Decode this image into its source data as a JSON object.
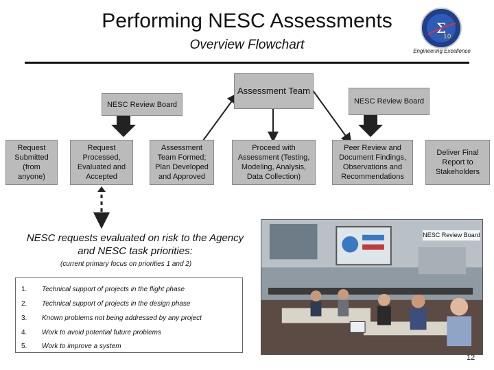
{
  "slide": {
    "title": "Performing NESC Assessments",
    "subtitle": "Overview Flowchart",
    "tagline": "Engineering Excellence",
    "page_number": "12"
  },
  "flowchart": {
    "top_boxes": {
      "review_board_left": "NESC Review Board",
      "assessment_team": "Assessment Team",
      "review_board_right": "NESC Review Board"
    },
    "steps": [
      "Request Submitted (from anyone)",
      "Request Processed, Evaluated and Accepted",
      "Assessment Team Formed; Plan Developed and Approved",
      "Proceed with Assessment (Testing, Modeling, Analysis, Data Collection)",
      "Peer Review and Document Findings, Observations and Recommendations",
      "Deliver Final Report to Stakeholders"
    ]
  },
  "priorities": {
    "heading": "NESC requests evaluated on risk to the Agency and NESC task priorities:",
    "note": "(current primary focus on priorities 1 and 2)",
    "items": [
      {
        "num": "1.",
        "text": "Technical support of projects in the flight phase"
      },
      {
        "num": "2.",
        "text": "Technical support of projects in the design phase"
      },
      {
        "num": "3.",
        "text": "Known problems not being addressed by any project"
      },
      {
        "num": "4.",
        "text": "Work to avoid potential future problems"
      },
      {
        "num": "5.",
        "text": "Work to improve a system"
      }
    ]
  },
  "photo": {
    "label": "NESC Review Board"
  },
  "colors": {
    "box_fill": "#bbbbbb",
    "arrow": "#222222",
    "logo_blue": "#1f3f8a"
  }
}
